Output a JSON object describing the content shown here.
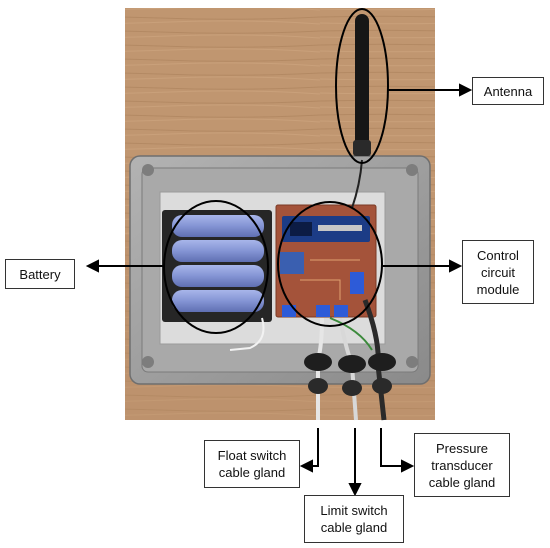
{
  "labels": {
    "antenna": "Antenna",
    "battery": "Battery",
    "control": [
      "Control",
      "circuit",
      "module"
    ],
    "float_switch": [
      "Float switch",
      "cable gland"
    ],
    "limit_switch": [
      "Limit switch",
      "cable gland"
    ],
    "pressure": [
      "Pressure",
      "transducer",
      "cable gland"
    ]
  },
  "colors": {
    "wood": "#b98e66",
    "enclosure": "#9c9c9c",
    "battery_cell": "#8a9ad6",
    "pcb": "#a8553a",
    "module": "#1b3f8a",
    "callout": "#000000"
  },
  "cell_count": 4
}
